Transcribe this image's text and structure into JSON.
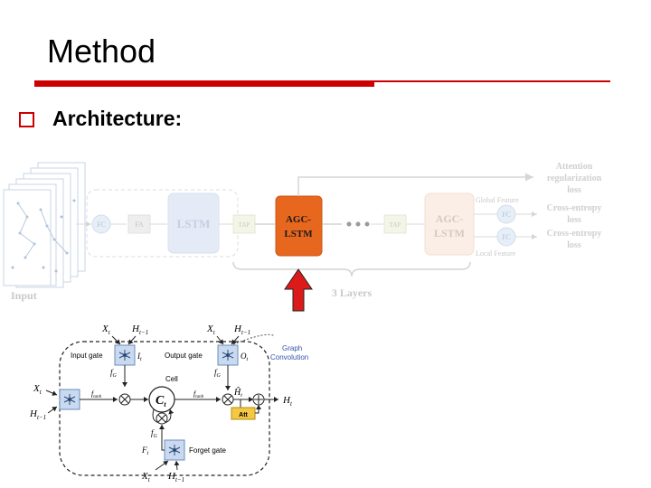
{
  "slide": {
    "title": "Method",
    "bullet": "Architecture:"
  },
  "top_diagram": {
    "input_label": "Input",
    "fc_left": "FC",
    "fa": "FA",
    "lstm": "LSTM",
    "tap_1": "TAP",
    "agc_highlight_line1": "AGC-",
    "agc_highlight_line2": "LSTM",
    "tap_2": "TAP",
    "agc_right_line1": "AGC-",
    "agc_right_line2": "LSTM",
    "global_feature": "Global Feature",
    "local_feature": "Local Feature",
    "fc_top": "FC",
    "fc_bottom": "FC",
    "attention_line1": "Attention",
    "attention_line2": "regularization",
    "attention_line3": "loss",
    "ce1_line1": "Cross-entropy",
    "ce1_line2": "loss",
    "ce2_line1": "Cross-entropy",
    "ce2_line2": "loss",
    "layers_label": "3 Layers",
    "colors": {
      "highlight": "#e8671e",
      "arrow": "#dd1a1a"
    }
  },
  "cell_diagram": {
    "x_top_left": "X",
    "x_top_left_sub": "t",
    "h_top_left": "H",
    "h_top_left_sub": "t−1",
    "x_top_right": "X",
    "x_top_right_sub": "t",
    "h_top_right": "H",
    "h_top_right_sub": "t−1",
    "input_gate": "Input gate",
    "output_gate": "Output gate",
    "graph_conv_line1": "Graph",
    "graph_conv_line2": "Convolution",
    "cell_label": "Cell",
    "ct": "C",
    "ct_sub": "t",
    "it": "I",
    "it_sub": "t",
    "ot": "O",
    "ot_sub": "t",
    "fg_in": "f",
    "fg_in_sub": "G",
    "fg_out": "f",
    "fg_out_sub": "G",
    "ftanh_1": "f",
    "ftanh_1_sub": "tanh",
    "ftanh_2": "f",
    "ftanh_2_sub": "tanh",
    "x_left": "X",
    "x_left_sub": "t",
    "h_left": "H",
    "h_left_sub": "t−1",
    "ht_hat": "Ĥ",
    "ht_hat_sub": "t",
    "ht_out": "H",
    "ht_out_sub": "t",
    "att": "Att",
    "fg_forget": "f",
    "fg_forget_sub": "G",
    "ft": "F",
    "ft_sub": "t",
    "forget_gate": "Forget gate",
    "x_bottom": "X",
    "x_bottom_sub": "t",
    "h_bottom": "H",
    "h_bottom_sub": "t−1"
  }
}
